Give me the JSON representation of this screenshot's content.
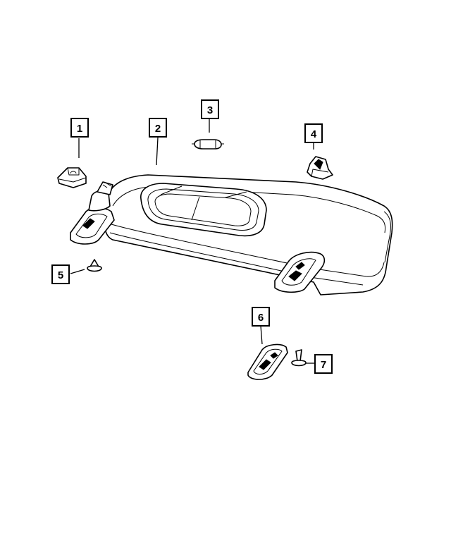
{
  "callouts": [
    {
      "id": "1",
      "label": "1",
      "part": "visor-clip-left"
    },
    {
      "id": "2",
      "label": "2",
      "part": "sun-visor"
    },
    {
      "id": "3",
      "label": "3",
      "part": "vanity-lamp-bulb"
    },
    {
      "id": "4",
      "label": "4",
      "part": "visor-clip-right"
    },
    {
      "id": "5",
      "label": "5",
      "part": "screw-left"
    },
    {
      "id": "6",
      "label": "6",
      "part": "visor-bracket"
    },
    {
      "id": "7",
      "label": "7",
      "part": "screw-right"
    }
  ],
  "style": {
    "line_color": "#000000",
    "background": "#ffffff"
  }
}
